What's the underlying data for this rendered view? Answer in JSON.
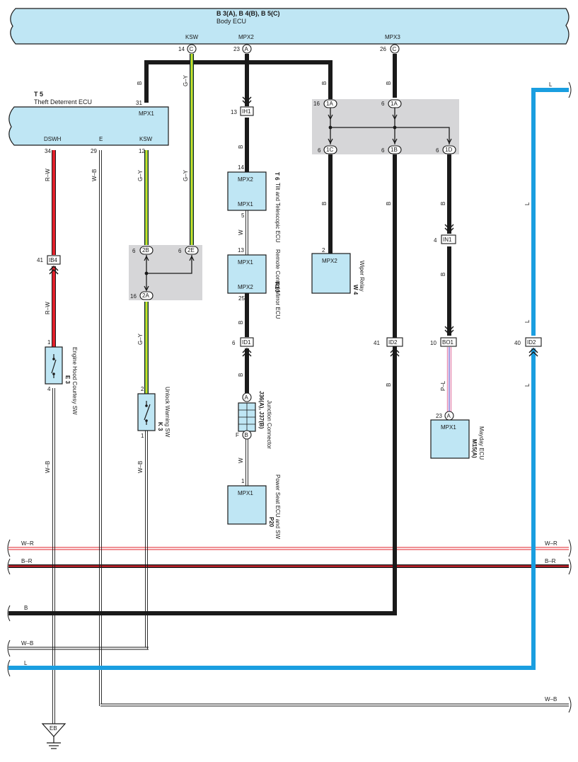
{
  "body_ecu": {
    "ref": "B 3(A), B 4(B), B 5(C)",
    "name": "Body ECU",
    "pins": [
      {
        "label": "KSW",
        "num": "14",
        "conn": "C"
      },
      {
        "label": "MPX2",
        "num": "23",
        "conn": "A"
      },
      {
        "label": "MPX3",
        "num": "26",
        "conn": "C"
      }
    ]
  },
  "theft_ecu": {
    "ref": "T 5",
    "name": "Theft Deterrent ECU",
    "pin_top": {
      "num": "31",
      "label": "MPX1"
    },
    "pins_bottom": [
      {
        "num": "34",
        "label": "DSWH"
      },
      {
        "num": "29",
        "label": "E"
      },
      {
        "num": "12",
        "label": "KSW"
      }
    ]
  },
  "tilt_ecu": {
    "ref": "T 6",
    "name": "Tilt and Telescopic ECU",
    "pin_top": {
      "num": "14",
      "label": "MPX2"
    },
    "pin_bottom": {
      "num": "5",
      "label": "MPX1"
    }
  },
  "mirror_ecu": {
    "ref": "R10",
    "name": "Remote Control Mirror ECU",
    "pin_top": {
      "num": "13",
      "label": "MPX1"
    },
    "pin_bottom": {
      "num": "25",
      "label": "MPX2"
    }
  },
  "wiper_relay": {
    "ref": "W 4",
    "name": "Wiper Relay",
    "pin": {
      "num": "2",
      "label": "MPX2"
    }
  },
  "junction": {
    "ref": "J36(A), J37(B)",
    "name": "Junction Connector",
    "pin_top": "A",
    "pin_bottom": "B",
    "pin_bottom_letter": "F"
  },
  "seat_ecu": {
    "ref": "P20",
    "name": "Power Seat ECU and SW",
    "pin": {
      "num": "1",
      "label": "MPX1"
    }
  },
  "mayday_ecu": {
    "ref": "M15(A)",
    "name": "Mayday ECU",
    "pin": {
      "num": "23",
      "conn": "A",
      "label": "MPX1"
    }
  },
  "hood_sw": {
    "ref": "E 3",
    "name": "Engine Hood Courtesy SW",
    "pin_top": "1",
    "pin_bottom": "4"
  },
  "unlock_sw": {
    "ref": "K 3",
    "name": "Unlock Warning SW",
    "pin_top": "2",
    "pin_bottom": "1"
  },
  "inline_connectors": [
    {
      "num": "13",
      "id": "IH1"
    },
    {
      "num": "41",
      "id": "IB4"
    },
    {
      "num": "6",
      "id": "ID1"
    },
    {
      "num": "4",
      "id": "IN1"
    },
    {
      "num": "41",
      "id": "ID2"
    },
    {
      "num": "10",
      "id": "BO1"
    },
    {
      "num": "40",
      "id": "ID2"
    }
  ],
  "junction_blocks": [
    {
      "num": "6",
      "id": "2B"
    },
    {
      "num": "6",
      "id": "2E"
    },
    {
      "num": "16",
      "id": "2A"
    },
    {
      "num": "16",
      "id": "1A"
    },
    {
      "num": "6",
      "id": "1A"
    },
    {
      "num": "6",
      "id": "1C"
    },
    {
      "num": "6",
      "id": "1B"
    },
    {
      "num": "6",
      "id": "1D"
    }
  ],
  "wire_colors": {
    "b": "B",
    "gy": "G–Y",
    "rw": "R–W",
    "wb": "W–B",
    "w": "W",
    "l": "L",
    "pl": "P–L",
    "wr": "W–R",
    "br": "B–R"
  },
  "ground": "EB",
  "colors": {
    "black": "#1a1a1a",
    "blue": "#1a9ee0",
    "red": "#e0202a",
    "green": "#5cb84a",
    "yellow": "#f2e21c",
    "ecu_fill": "#bfe6f4",
    "jb_grey": "#d6d6d8",
    "pink": "#e58ab0"
  }
}
